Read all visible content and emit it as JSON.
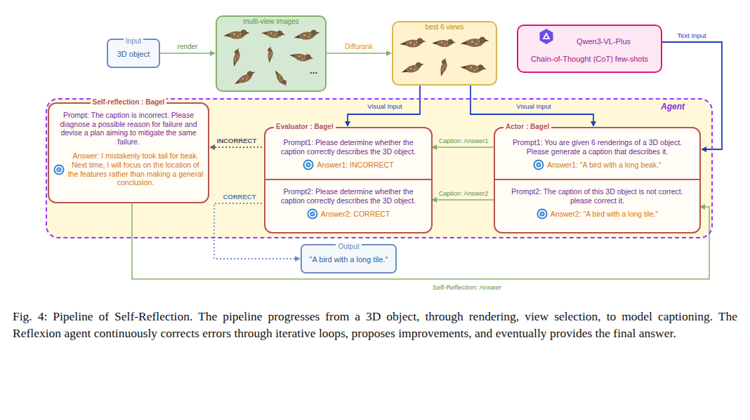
{
  "diagram": {
    "caption": "Fig. 4: Pipeline of Self-Reflection. The pipeline progresses from a 3D object, through rendering, view selection, to model captioning. The Reflexion agent continuously corrects errors through iterative loops, proposes improvements, and eventually provides the final answer.",
    "nodes": [
      {
        "text": [
          "Input",
          "3D object"
        ]
      },
      {
        "text": [
          "multi-view images",
          "..."
        ]
      },
      {
        "text": [
          "best 6 views"
        ]
      },
      {
        "text": [
          "Qwen3-VL-Plus",
          "Chain-of-Thought (CoT) few-shots"
        ]
      },
      {
        "text": [
          "Agent"
        ]
      },
      {
        "text": [
          "Self-reflection : Bagel",
          "Prompt: The caption is incorrect. Please diagnose a possible reason for failure and devise a plan aiming to mitigate the same failure.",
          "Answer: I mistakenly took tail for beak. Next time, I will focus on the location of the features rather than making a general conclusion."
        ],
        "in": 4
      },
      {
        "text": [
          "Evaluator : Bagel"
        ],
        "in": 4
      },
      {
        "text": [
          "Prompt1: Please determine whether the caption correctly describes the 3D object.",
          "Answer1: INCORRECT"
        ],
        "in": 6
      },
      {
        "text": [
          "Prompt2: Please determine whether the caption correctly describes the 3D object.",
          "Answer2: CORRECT"
        ],
        "in": 6
      },
      {
        "text": [
          "Actor : Bagel"
        ],
        "in": 4
      },
      {
        "text": [
          "Prompt1: You are given 6 renderings of a 3D object. Please generate a caption that describes it.",
          "Answer1: \"A bird with a long beak.\""
        ],
        "in": 9
      },
      {
        "text": [
          "Prompt2: The caption of this 3D object is not correct. please correct it.",
          "Answer2: \"A bird with a long tile.\""
        ],
        "in": 9
      },
      {
        "text": [
          "Output",
          "\"A bird with a long tile.\""
        ]
      }
    ],
    "edges": [
      {
        "from": 0,
        "to": 1,
        "label": "render",
        "arrow": "to"
      },
      {
        "from": 1,
        "to": 2,
        "label": "Diffurank",
        "arrow": "to"
      },
      {
        "from": 2,
        "to": 6,
        "label": "Visual Input",
        "arrow": "to"
      },
      {
        "from": 2,
        "to": 9,
        "label": "Visual Input",
        "arrow": "to"
      },
      {
        "from": 3,
        "to": 9,
        "label": "Text Input",
        "arrow": "to"
      },
      {
        "from": 10,
        "to": 7,
        "label": "Caption: Answer1",
        "arrow": "to"
      },
      {
        "from": 11,
        "to": 8,
        "label": "Caption: Answer2",
        "arrow": "to"
      },
      {
        "from": 7,
        "to": 5,
        "label": "INCORRECT",
        "arrow": "to"
      },
      {
        "from": 8,
        "to": 12,
        "label": "CORRECT",
        "arrow": "to"
      },
      {
        "from": 5,
        "to": 11,
        "label": "Self-Reflection: Answer",
        "arrow": "to"
      }
    ]
  }
}
